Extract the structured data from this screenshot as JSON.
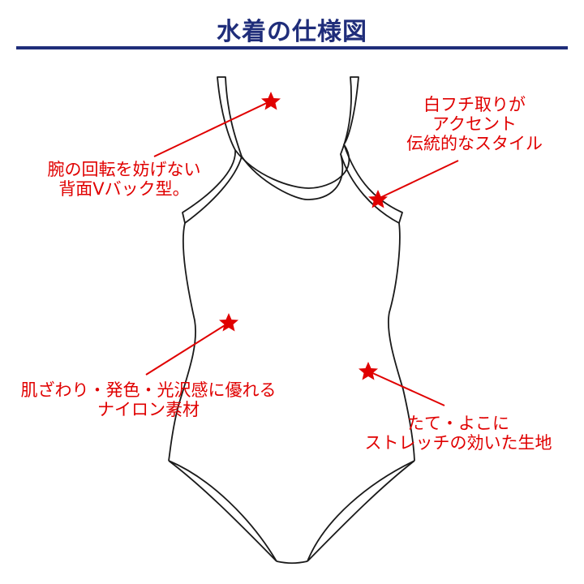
{
  "header": {
    "title": "水着の仕様図"
  },
  "annotations": [
    {
      "id": "back-v",
      "lines": [
        "腕の回転を妨げない",
        "背面Vバック型。"
      ]
    },
    {
      "id": "white-trim",
      "lines": [
        "白フチ取りが",
        "アクセント",
        "伝統的なスタイル"
      ]
    },
    {
      "id": "nylon",
      "lines": [
        "肌ざわり・発色・光沢感に優れる",
        "ナイロン素材"
      ]
    },
    {
      "id": "stretch",
      "lines": [
        "たて・よこに",
        "ストレッチの効いた生地"
      ]
    }
  ],
  "colors": {
    "title": "#1f2d7a",
    "annotation": "#e00000",
    "outline": "#1a1a1a"
  },
  "icons": {
    "marker": "star-icon"
  }
}
